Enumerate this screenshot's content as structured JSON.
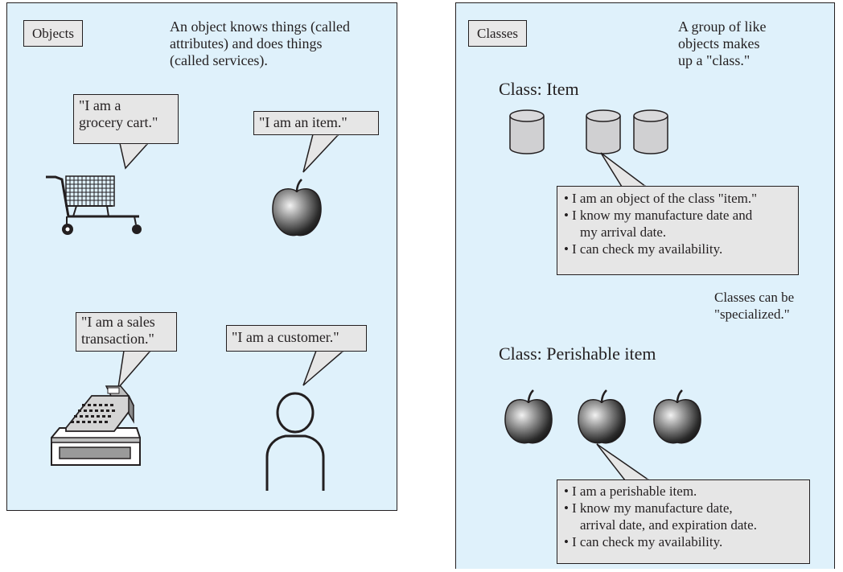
{
  "objects_panel": {
    "tag": "Objects",
    "intro": [
      "An object knows things (called",
      "attributes) and does things",
      "(called services)."
    ],
    "bubbles": {
      "cart": [
        "\"I am a",
        "grocery cart.\""
      ],
      "item": [
        "\"I am an item.\""
      ],
      "sales": [
        "\"I am a sales",
        "transaction.\""
      ],
      "customer": [
        "\"I am a customer.\""
      ]
    },
    "icons": [
      "grocery-cart-icon",
      "apple-icon",
      "cash-register-icon",
      "person-icon"
    ]
  },
  "classes_panel": {
    "tag": "Classes",
    "intro": [
      "A group of like",
      "objects makes",
      "up a \"class.\""
    ],
    "class_item_label": "Class: Item",
    "item_bullets": [
      {
        "bullet": "•",
        "text": "I am an object of the class \"item.\""
      },
      {
        "bullet": "•",
        "text": "I know my manufacture date and"
      },
      {
        "bullet": "",
        "text": "my arrival date."
      },
      {
        "bullet": "•",
        "text": "I can check my availability."
      }
    ],
    "specialized_note": [
      "Classes can be",
      "\"specialized.\""
    ],
    "class_perishable_label": "Class: Perishable item",
    "perishable_bullets": [
      {
        "bullet": "•",
        "text": "I am a perishable item."
      },
      {
        "bullet": "•",
        "text": "I know my manufacture date,"
      },
      {
        "bullet": "",
        "text": "arrival date, and expiration date."
      },
      {
        "bullet": "•",
        "text": "I can check my availability."
      }
    ],
    "icons": [
      "cylinder-icon",
      "apple-icon"
    ]
  },
  "colors": {
    "panel_bg": "#dff1fb",
    "bubble_bg": "#e6e6e6",
    "ink": "#231f20"
  }
}
